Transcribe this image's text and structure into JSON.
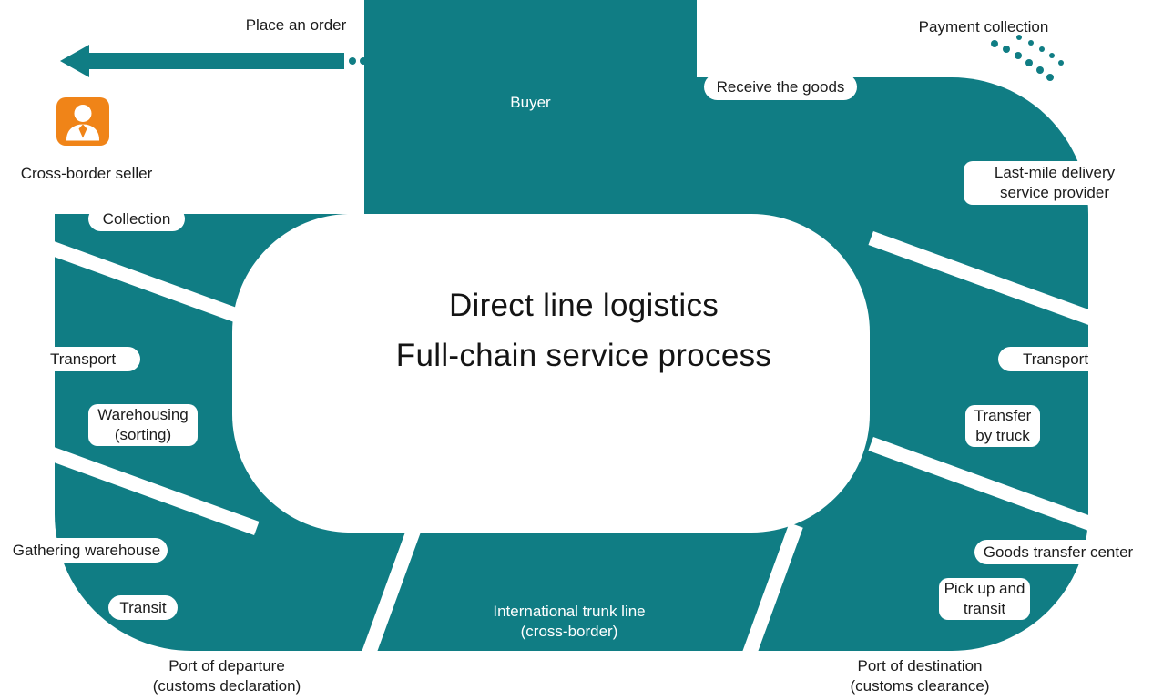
{
  "colors": {
    "teal": "#107D84",
    "orange": "#F08418",
    "ink": "#1C1C1C",
    "background": "#FFFFFF"
  },
  "title": {
    "line1": "Direct line logistics",
    "line2": "Full-chain service process"
  },
  "top": {
    "place_order": "Place an order",
    "buyer": "Buyer",
    "payment": "Payment collection",
    "receive_goods": "Receive the goods"
  },
  "left_flow": {
    "seller": "Cross-border seller",
    "collection": "Collection",
    "transport": "Transport",
    "warehousing_line1": "Warehousing",
    "warehousing_line2": "(sorting)",
    "gathering_warehouse": "Gathering warehouse",
    "transit": "Transit",
    "departure_line1": "Port of departure",
    "departure_line2": "(customs declaration)"
  },
  "bottom": {
    "trunk_line1": "International trunk line",
    "trunk_line2": "(cross-border)"
  },
  "right_flow": {
    "destination_line1": "Port of destination",
    "destination_line2": "(customs clearance)",
    "pickup_line1": "Pick up and",
    "pickup_line2": "transit",
    "goods_center": "Goods transfer center",
    "truck_line1": "Transfer",
    "truck_line2": "by truck",
    "transport": "Transport",
    "lastmile_line1": "Last-mile delivery",
    "lastmile_line2": "service provider"
  },
  "icons": {
    "seller": "person-icon"
  }
}
